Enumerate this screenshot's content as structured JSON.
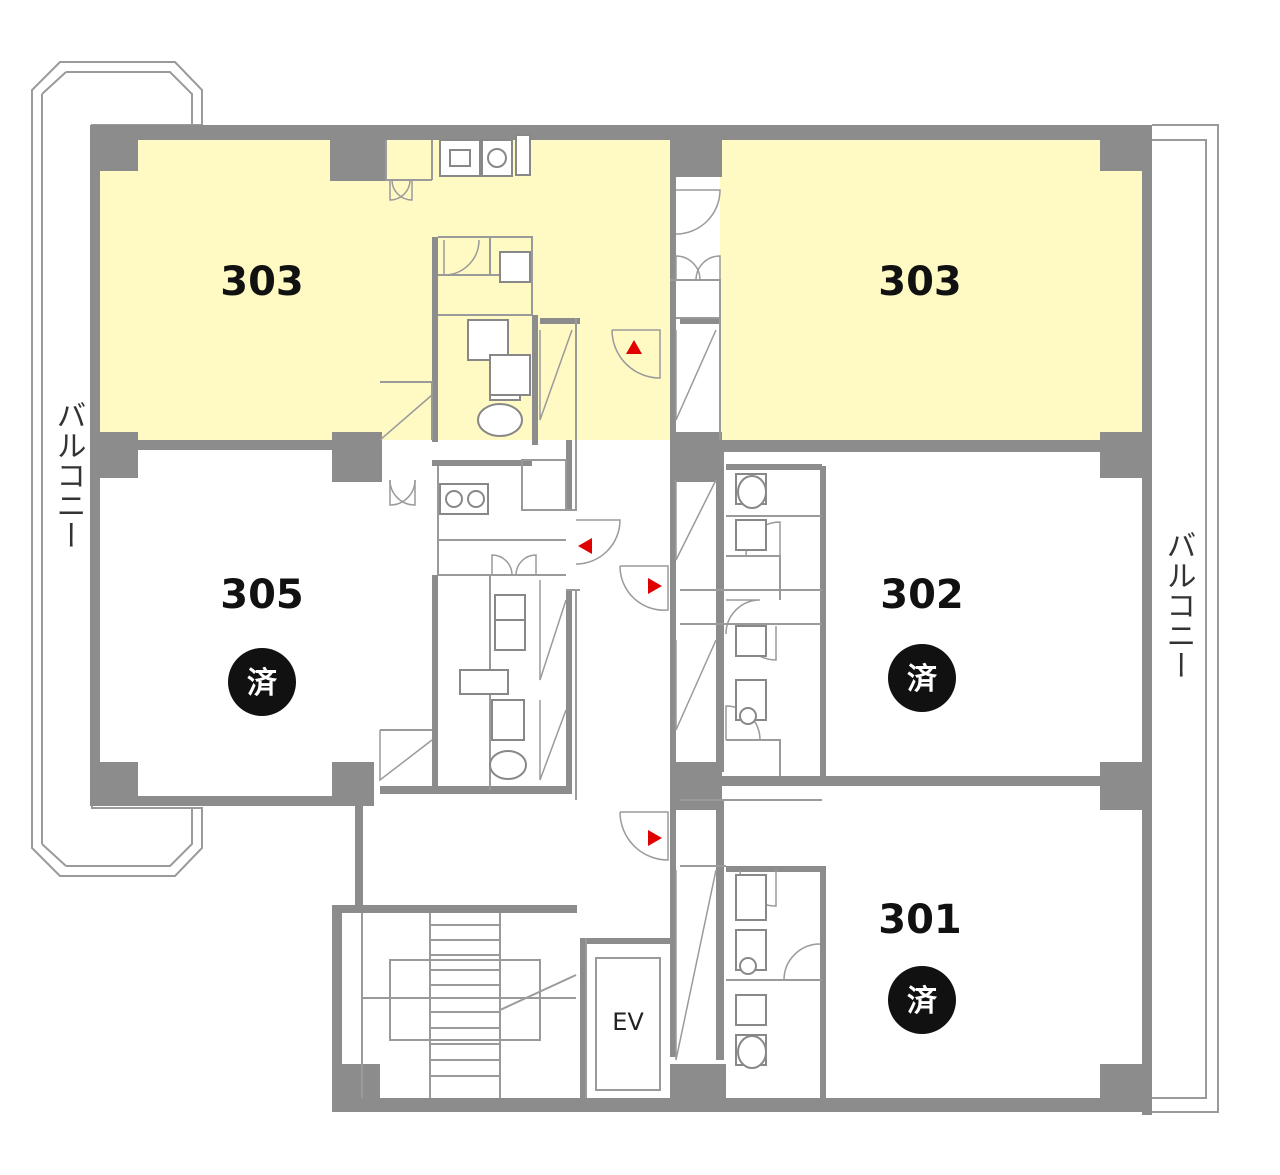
{
  "colors": {
    "vacant_fill": "#fff9c4",
    "occupied_fill": "#ffffff",
    "wall": "#8c8c8c",
    "badge": "#111111",
    "arrow": "#e00000"
  },
  "rooms": [
    {
      "id": "room-303-left",
      "label": "303",
      "status": "vacant"
    },
    {
      "id": "room-303-right",
      "label": "303",
      "status": "vacant"
    },
    {
      "id": "room-305",
      "label": "305",
      "status": "occupied",
      "badge": "済"
    },
    {
      "id": "room-302",
      "label": "302",
      "status": "occupied",
      "badge": "済"
    },
    {
      "id": "room-301",
      "label": "301",
      "status": "occupied",
      "badge": "済"
    }
  ],
  "balcony": {
    "left_label": "バルコニー",
    "right_label": "バルコニー"
  },
  "elevator": {
    "label": "EV"
  },
  "icons": [
    "entrance-arrow-icon",
    "toilet-icon",
    "sink-icon",
    "stair-icon"
  ]
}
